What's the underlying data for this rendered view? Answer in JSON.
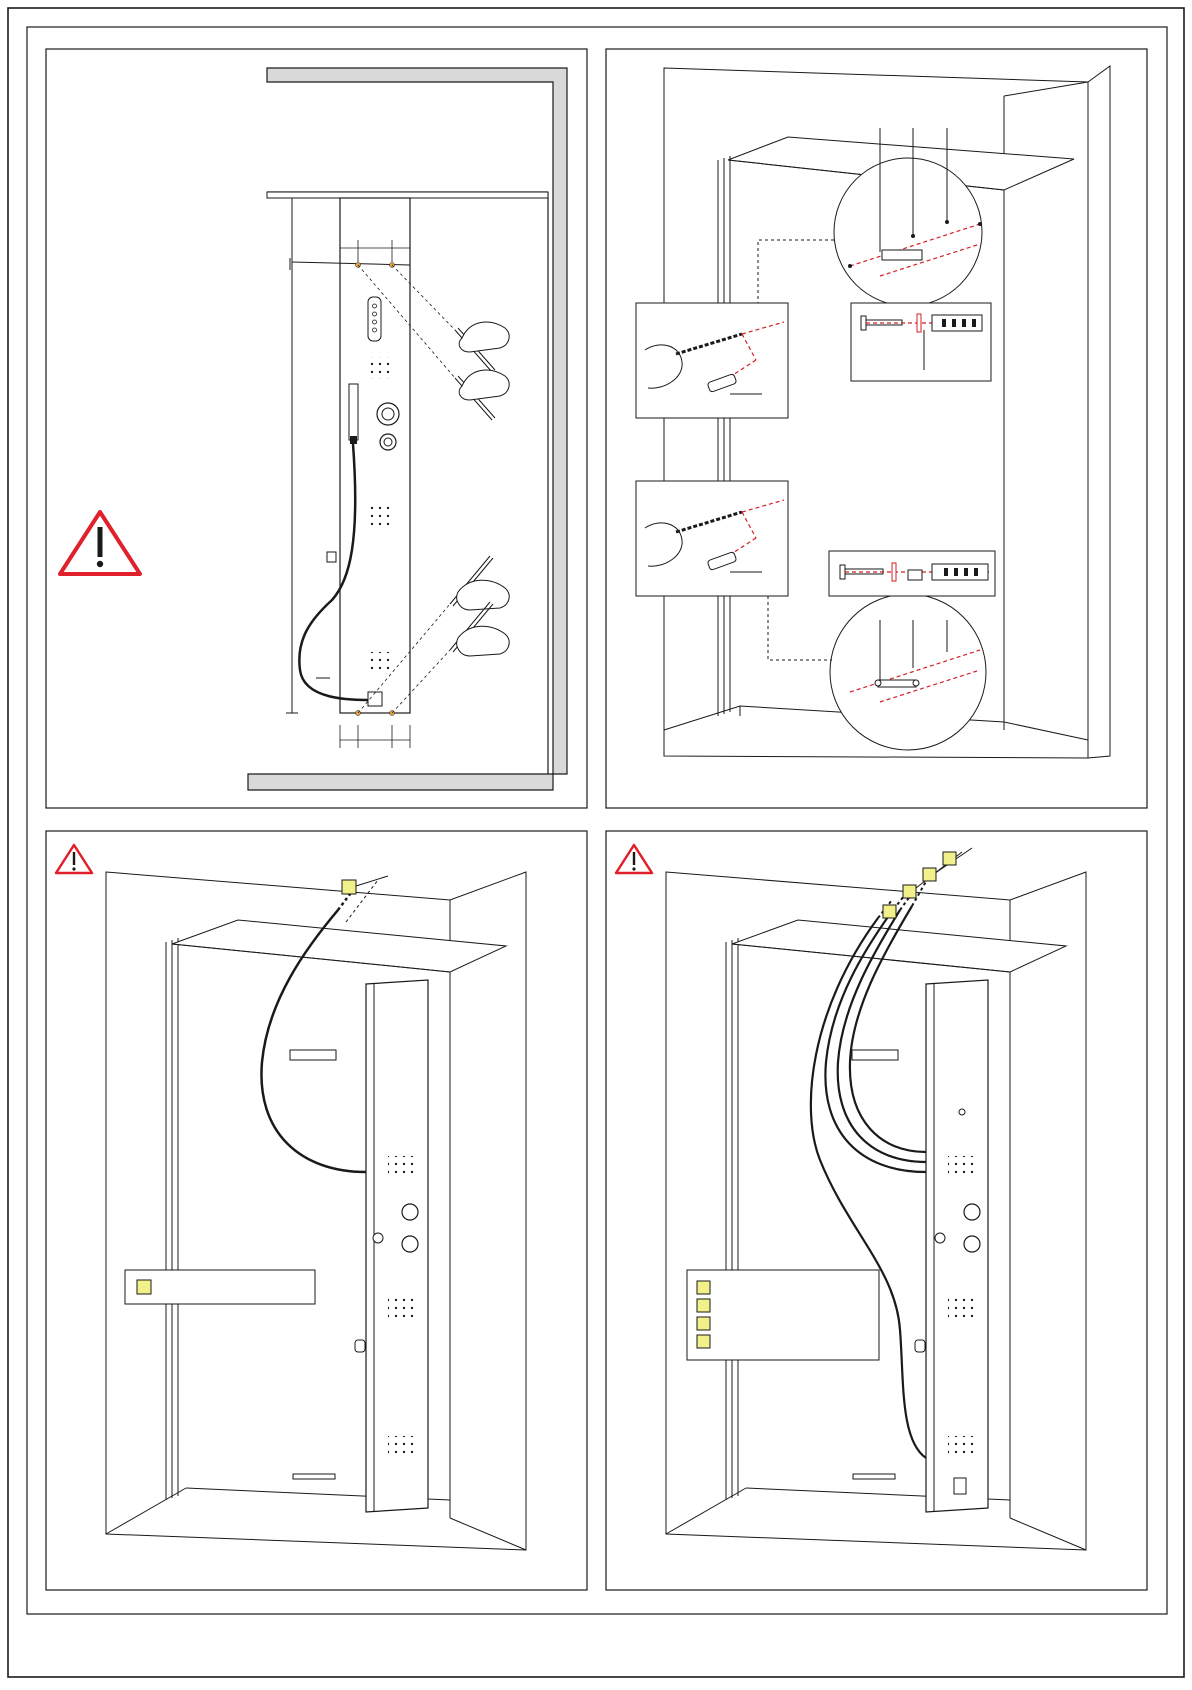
{
  "page": {
    "background": "#ffffff",
    "line_color": "#1a1a1a",
    "warning_color": "#e0202a",
    "marker_color": "#f1f08a",
    "drill_guide_color": "#d41f26",
    "hole_mark_color": "#e8a33c"
  },
  "panels": [
    {
      "id": "panel-1",
      "subject": "marking-holes"
    },
    {
      "id": "panel-2",
      "subject": "drilling-and-mounting-brackets"
    },
    {
      "id": "panel-3",
      "subject": "single-supply-connection",
      "warning_icon": "warning-triangle-icon",
      "markers": 2
    },
    {
      "id": "panel-4",
      "subject": "four-supply-connection",
      "warning_icon": "warning-triangle-icon",
      "markers": 8
    }
  ],
  "icons": [
    "warning-triangle-icon",
    "hand-pencil-icon",
    "drill-icon",
    "wall-plug-icon",
    "screw-icon",
    "bracket-icon",
    "shower-column-icon",
    "hand-shower-icon"
  ]
}
